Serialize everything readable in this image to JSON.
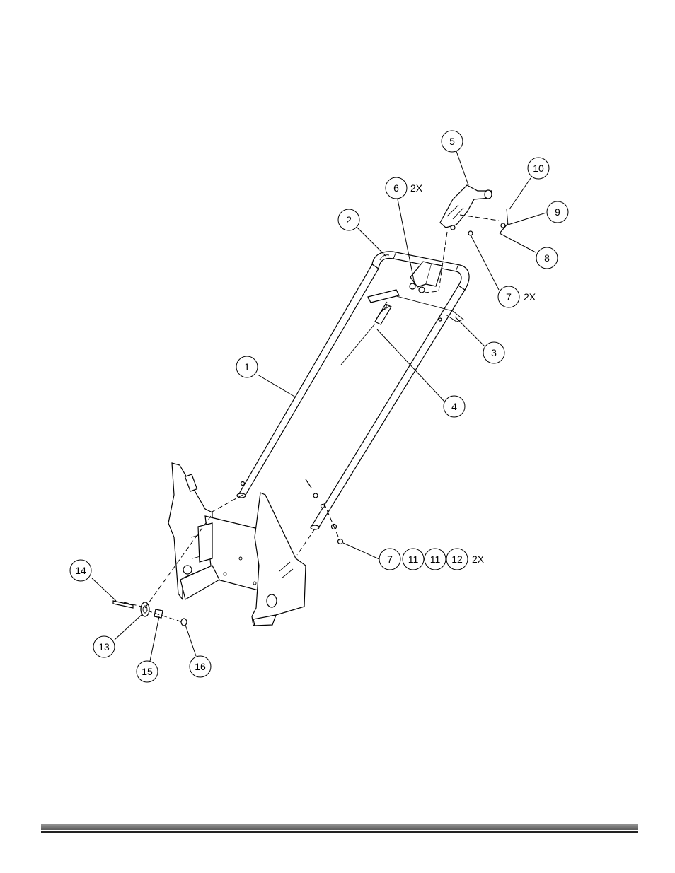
{
  "callouts": [
    {
      "id": "c5",
      "label": "5",
      "qty": ""
    },
    {
      "id": "c10",
      "label": "10",
      "qty": ""
    },
    {
      "id": "c6",
      "label": "6",
      "qty": "2X"
    },
    {
      "id": "c9",
      "label": "9",
      "qty": ""
    },
    {
      "id": "c2",
      "label": "2",
      "qty": ""
    },
    {
      "id": "c8",
      "label": "8",
      "qty": ""
    },
    {
      "id": "c7a",
      "label": "7",
      "qty": "2X"
    },
    {
      "id": "c3",
      "label": "3",
      "qty": ""
    },
    {
      "id": "c1",
      "label": "1",
      "qty": ""
    },
    {
      "id": "c4",
      "label": "4",
      "qty": ""
    },
    {
      "id": "c14",
      "label": "14",
      "qty": ""
    },
    {
      "id": "c13",
      "label": "13",
      "qty": ""
    },
    {
      "id": "c15",
      "label": "15",
      "qty": ""
    },
    {
      "id": "c16",
      "label": "16",
      "qty": ""
    }
  ],
  "hardware_group": {
    "labels": [
      "7",
      "11",
      "11",
      "12"
    ],
    "qty": "2X"
  },
  "colors": {
    "line": "#000000",
    "footer_bar": "#6e6e6e"
  }
}
